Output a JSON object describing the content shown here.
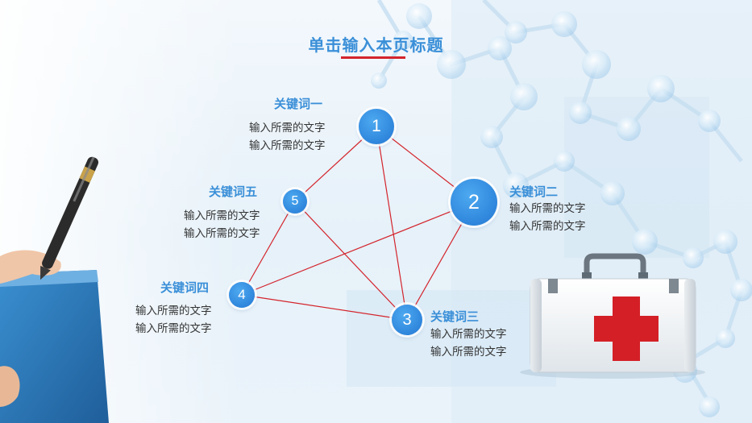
{
  "slide": {
    "title": "单击输入本页标题"
  },
  "keywords": [
    {
      "number": "1",
      "label": "关键词一",
      "lines": [
        "输入所需的文字",
        "输入所需的文字"
      ]
    },
    {
      "number": "2",
      "label": "关键词二",
      "lines": [
        "输入所需的文字",
        "输入所需的文字"
      ]
    },
    {
      "number": "3",
      "label": "关键词三",
      "lines": [
        "输入所需的文字",
        "输入所需的文字"
      ]
    },
    {
      "number": "4",
      "label": "关键词四",
      "lines": [
        "输入所需的文字",
        "输入所需的文字"
      ]
    },
    {
      "number": "5",
      "label": "关键词五",
      "lines": [
        "输入所需的文字",
        "输入所需的文字"
      ]
    }
  ],
  "colors": {
    "accent": "#3a8fd8",
    "line": "#d4242c",
    "cross": "#d41f26"
  }
}
